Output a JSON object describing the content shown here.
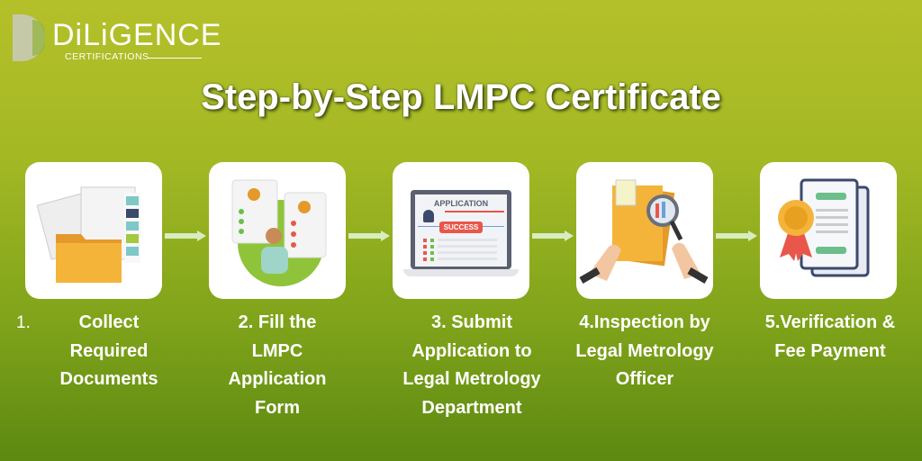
{
  "logo": {
    "name": "DiLiGENCE",
    "tagline": "CERTIFICATIONS"
  },
  "title": "Step-by-Step LMPC Certificate",
  "steps": [
    {
      "number": "1.",
      "label": "Collect Required Documents",
      "icon": "documents-folder-icon"
    },
    {
      "label": "2. Fill the LMPC Application Form",
      "icon": "form-filling-icon"
    },
    {
      "label": "3. Submit Application to Legal Metrology Department",
      "icon": "laptop-application-icon",
      "screen_title": "APPLICATION",
      "badge": "SUCCESS"
    },
    {
      "label": "4.Inspection by Legal Metrology Officer",
      "icon": "inspection-magnifier-icon"
    },
    {
      "label": "5.Verification & Fee Payment",
      "icon": "certificate-badge-icon"
    }
  ],
  "colors": {
    "card": "#ffffff",
    "arrow": "#d7ecc0",
    "badge": "#e8574a",
    "folder": "#f4b43a"
  }
}
